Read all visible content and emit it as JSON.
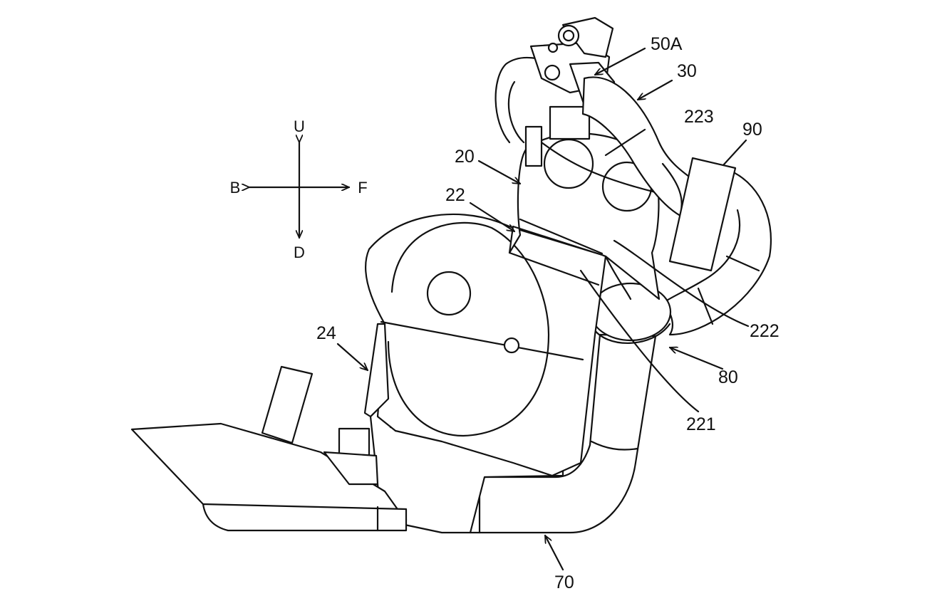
{
  "colors": {
    "line": "#111111",
    "background": "#ffffff"
  },
  "directions": {
    "up": "U",
    "down": "D",
    "back": "B",
    "front": "F"
  },
  "labels": {
    "l50a": "50A",
    "l30": "30",
    "l223": "223",
    "l90": "90",
    "l20": "20",
    "l22": "22",
    "l222": "222",
    "l80": "80",
    "l24": "24",
    "l221": "221",
    "l70": "70"
  }
}
